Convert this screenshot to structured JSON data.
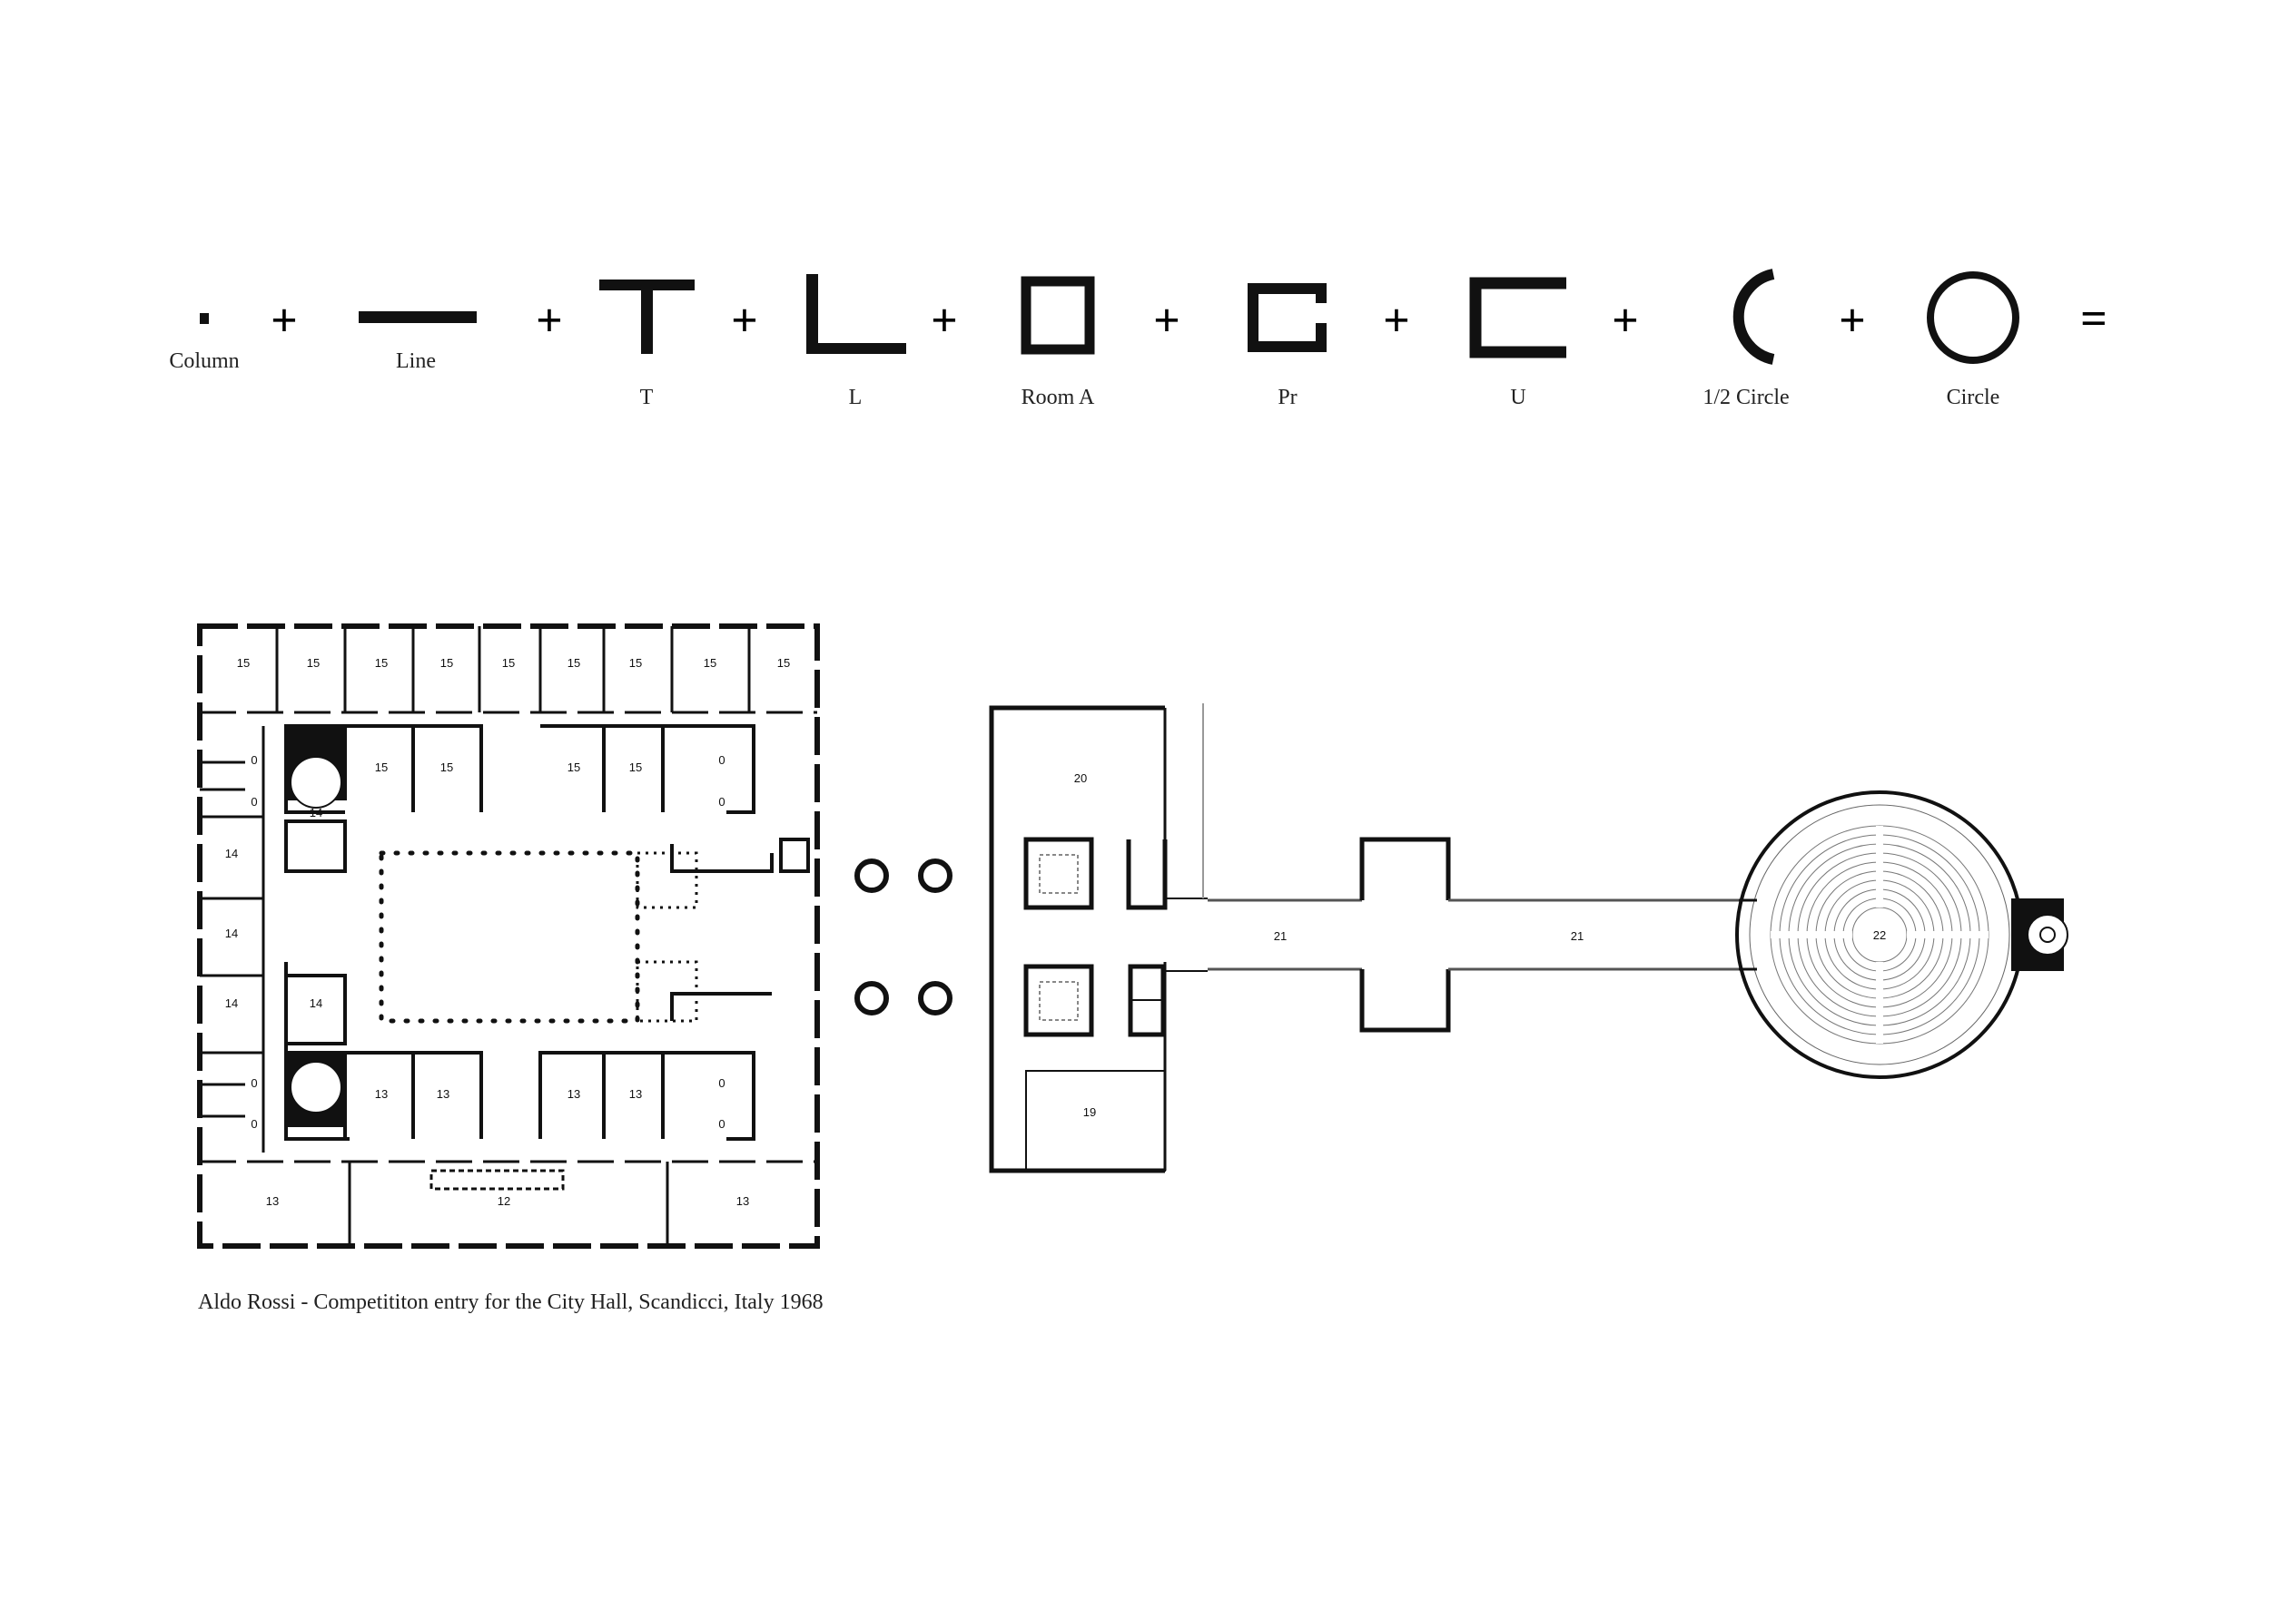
{
  "legend": {
    "items": [
      {
        "label": "Column",
        "icon": "column-dot"
      },
      {
        "label": "Line",
        "icon": "line-bar"
      },
      {
        "label": "T",
        "icon": "t-shape"
      },
      {
        "label": "L",
        "icon": "l-shape"
      },
      {
        "label": "Room A",
        "icon": "room-square"
      },
      {
        "label": "Pr",
        "icon": "pr-shape"
      },
      {
        "label": "U",
        "icon": "u-shape"
      },
      {
        "label": "1/2 Circle",
        "icon": "half-circle"
      },
      {
        "label": "Circle",
        "icon": "circle"
      }
    ],
    "operator_plus": "+",
    "operator_equals": "="
  },
  "plan": {
    "room_labels": {
      "r15": "15",
      "r0": "0",
      "r14": "14",
      "r13": "13",
      "r12": "12",
      "r19": "19",
      "r20": "20",
      "r21": "21",
      "r22": "22"
    }
  },
  "caption": "Aldo Rossi - Competititon entry for the City Hall, Scandicci, Italy 1968",
  "colors": {
    "ink": "#111111",
    "paper": "#ffffff"
  }
}
